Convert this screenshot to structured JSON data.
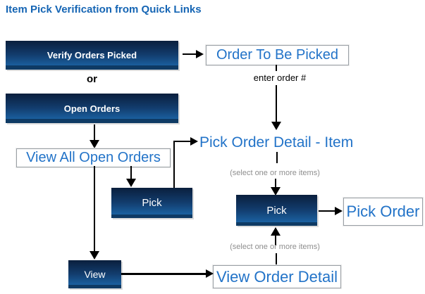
{
  "title": "Item Pick Verification from Quick Links",
  "or_label": "or",
  "buttons": {
    "verify_orders_picked": "Verify Orders Picked",
    "open_orders": "Open Orders",
    "pick": "Pick",
    "view": "View"
  },
  "screens": {
    "order_to_be_picked": "Order To Be Picked",
    "pick_order_detail_item": "Pick Order Detail - Item",
    "view_all_open_orders": "View All Open Orders",
    "pick_order": "Pick Order",
    "view_order_detail": "View Order Detail"
  },
  "annotations": {
    "enter_order": "enter order #",
    "select_items": "(select one or more items)"
  },
  "colors": {
    "title_blue": "#1565b4",
    "screen_label_blue": "#2273c8",
    "button_gradient_top": "#0a1f3d",
    "button_gradient_bottom": "#1d6cb0",
    "button_bottom_strip": "#0e3a64",
    "box_border_gray": "#9aa0a5",
    "annotation_gray": "#8e8e8e",
    "arrow_black": "#000000"
  }
}
